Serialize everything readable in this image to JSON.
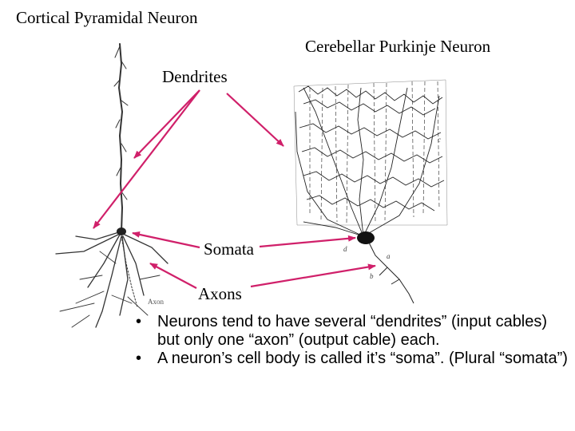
{
  "titles": {
    "left": "Cortical Pyramidal Neuron",
    "right": "Cerebellar Purkinje Neuron"
  },
  "labels": {
    "dendrites": "Dendrites",
    "somata": "Somata",
    "axons": "Axons"
  },
  "drawing_marks": {
    "pyramidal_axon_label": "Axon",
    "purkinje_d": "d",
    "purkinje_a": "a",
    "purkinje_b": "b",
    "purkinje_c": "c"
  },
  "bullets": [
    "Neurons tend to have several “dendrites” (input cables) but only one “axon” (output cable) each.",
    "A neuron’s cell body is called it’s “soma”. (Plural “somata”)"
  ],
  "colors": {
    "arrow": "#d0206a",
    "ink": "#111111"
  },
  "icons": {
    "bullet": "bullet-dot"
  }
}
